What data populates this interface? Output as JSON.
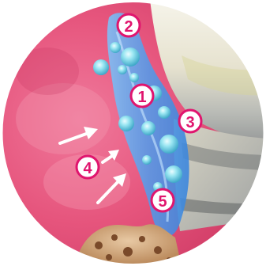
{
  "markers": [
    {
      "id": "1",
      "label": "1"
    },
    {
      "id": "2",
      "label": "2"
    },
    {
      "id": "3",
      "label": "3"
    },
    {
      "id": "4",
      "label": "4"
    },
    {
      "id": "5",
      "label": "5"
    }
  ],
  "colors": {
    "marker_fill": "#ffffff",
    "marker_ring": "#e0156e",
    "marker_text": "#e0156e",
    "gum_pink": "#e9557e",
    "gum_light": "#f49ab2",
    "gel_blue": "#5aa7f0",
    "bead_blue": "#82e0f0",
    "tooth_gray": "#a9acac",
    "bone": "#cfa880",
    "arrow": "#ffffff"
  },
  "icons": [
    "arrow-icon",
    "bead-icon"
  ]
}
